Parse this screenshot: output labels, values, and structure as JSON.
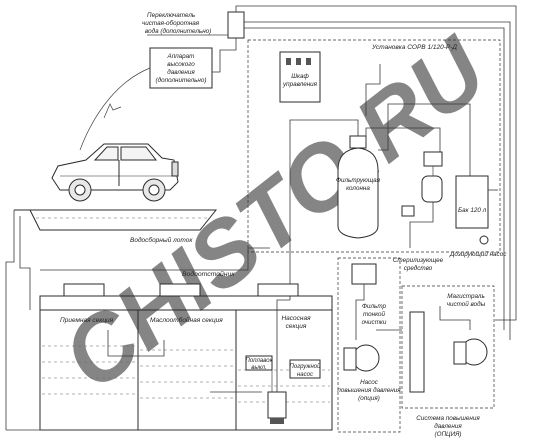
{
  "watermark": "CHISTO.RU",
  "labels": {
    "switch": [
      "Переключатель",
      "чистая-оборотная",
      "вода (дополнительно)"
    ],
    "hp_unit": [
      "Аппарат",
      "высокого",
      "давления",
      "(дополнительно)"
    ],
    "installation": "Установка СОРВ 1/120-Р-Д",
    "cabinet": [
      "Шкаф",
      "управления"
    ],
    "filter_column": [
      "Фильтрующая",
      "колонна"
    ],
    "tank": "Бак 120 л",
    "dosing_pump": "Дозирующий насос",
    "sterilizer": [
      "Стерилизующее",
      "средство"
    ],
    "gutter": "Водосборный лоток",
    "settler": "Водоотстойник",
    "section_receiving": "Приемная секция",
    "section_oil": "Маслоотбойная секция",
    "section_pump": [
      "Насосная",
      "секция"
    ],
    "float_switch": [
      "Поплавок",
      "выкл."
    ],
    "submersible_pump": [
      "Погружной",
      "насос"
    ],
    "fine_filter": [
      "Фильтр",
      "тонкой",
      "очистки"
    ],
    "clean_line": [
      "Магистраль",
      "чистой воды"
    ],
    "booster_pump": [
      "Насос",
      "повышения давления",
      "(опция)"
    ],
    "booster_system": [
      "Система повышения",
      "давления",
      "(ОПЦИЯ)"
    ]
  }
}
